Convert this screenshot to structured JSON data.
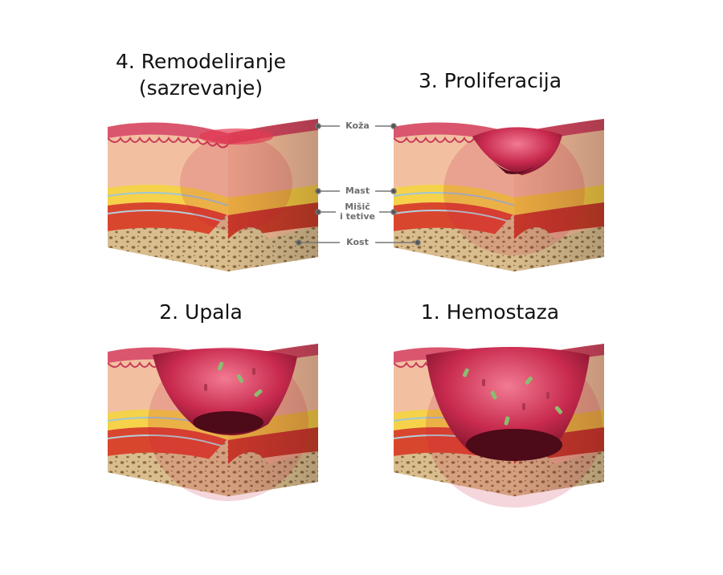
{
  "stages": [
    {
      "id": "remodeling",
      "title_line1": "4. Remodeliranje",
      "title_line2": "(sazrevanje)"
    },
    {
      "id": "proliferation",
      "title": "3. Proliferacija"
    },
    {
      "id": "inflammation",
      "title": "2. Upala"
    },
    {
      "id": "hemostasis",
      "title": "1.   Hemostaza"
    }
  ],
  "layers": {
    "skin": "Koža",
    "fat": "Mast",
    "muscle_line1": "Mišič",
    "muscle_line2": "i tetive",
    "bone": "Kost"
  },
  "colors": {
    "epidermis": "#d9566e",
    "dermis": "#f2c0a1",
    "fat": "#f5d24a",
    "muscle": "#d9462e",
    "bone": "#d8b98a",
    "wound": "#a3173a"
  }
}
